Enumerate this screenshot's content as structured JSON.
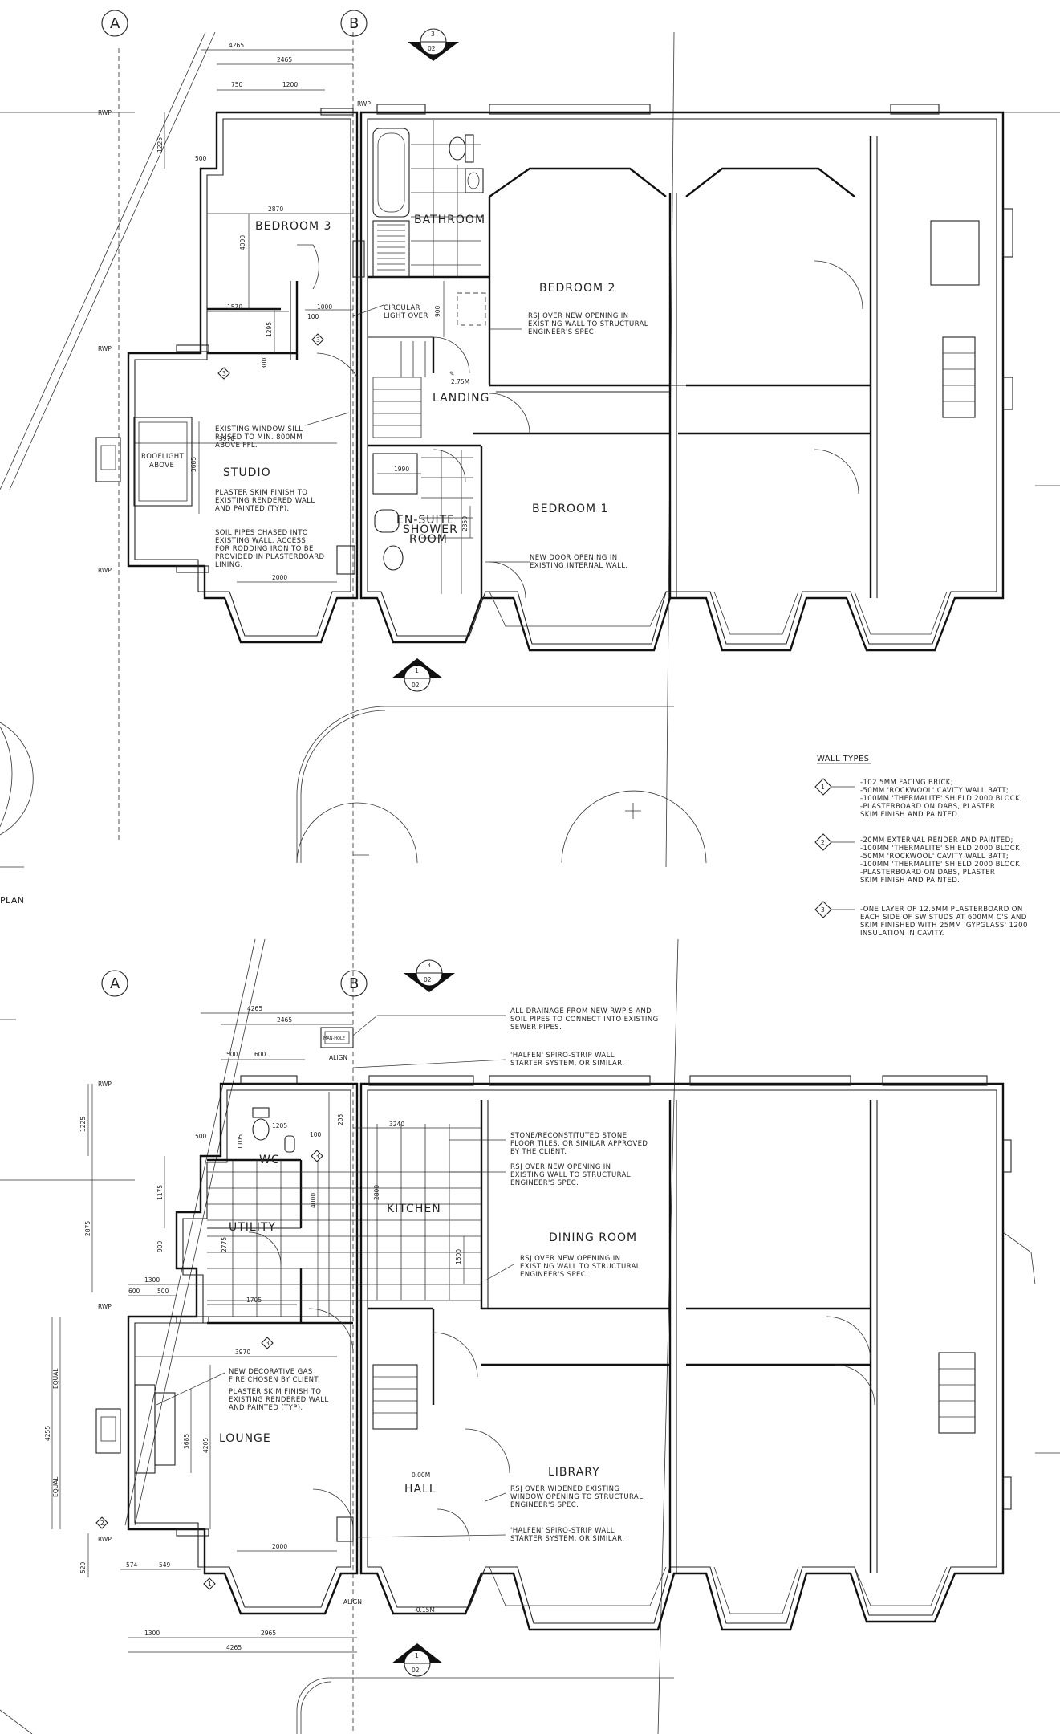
{
  "grid": {
    "a": "A",
    "b": "B"
  },
  "first_floor": {
    "plan_label": "PLAN",
    "section_top": {
      "num": "3",
      "sheet": "02"
    },
    "section_bottom": {
      "num": "1",
      "sheet": "02"
    },
    "rooms": {
      "bedroom3": "BEDROOM 3",
      "bathroom": "BATHROOM",
      "bedroom2": "BEDROOM 2",
      "studio": "STUDIO",
      "landing": "LANDING",
      "ensuite": "EN-SUITE\nSHOWER\nROOM",
      "ensuite_l1": "EN-SUITE",
      "ensuite_l2": "SHOWER",
      "ensuite_l3": "ROOM",
      "bedroom1": "BEDROOM 1",
      "rooflight_l1": "ROOFLIGHT",
      "rooflight_l2": "ABOVE"
    },
    "level": "2.75M",
    "dims": {
      "overall": "4265",
      "inner": "2465",
      "d750": "750",
      "d1200": "1200",
      "d1225": "1225",
      "d500": "500",
      "d2870": "2870",
      "d4000": "4000",
      "d1570": "1570",
      "d1000": "1000",
      "d100": "100",
      "d1295": "1295",
      "d900": "900",
      "d300": "300",
      "d3970": "3970",
      "d3685": "3685",
      "d1990": "1990",
      "d2350": "2350",
      "d2000": "2000"
    },
    "notes": {
      "circular_l1": "CIRCULAR",
      "circular_l2": "LIGHT OVER",
      "rsj2_l1": "RSJ OVER NEW OPENING IN",
      "rsj2_l2": "EXISTING WALL TO STRUCTURAL",
      "rsj2_l3": "ENGINEER'S SPEC.",
      "sill_l1": "EXISTING WINDOW SILL",
      "sill_l2": "RAISED TO MIN. 800MM",
      "sill_l3": "ABOVE FFL.",
      "plaster_l1": "PLASTER SKIM FINISH TO",
      "plaster_l2": "EXISTING RENDERED WALL",
      "plaster_l3": "AND PAINTED (TYP).",
      "soil_l1": "SOIL PIPES CHASED INTO",
      "soil_l2": "EXISTING WALL. ACCESS",
      "soil_l3": "FOR RODDING IRON TO BE",
      "soil_l4": "PROVIDED IN PLASTERBOARD",
      "soil_l5": "LINING.",
      "door_l1": "NEW DOOR OPENING IN",
      "door_l2": "EXISTING INTERNAL WALL."
    },
    "rwp": "RWP"
  },
  "wall_types": {
    "title": "WALL TYPES",
    "types": [
      {
        "tag": "1",
        "lines": [
          "-102.5MM FACING BRICK;",
          "-50MM 'ROCKWOOL' CAVITY WALL BATT;",
          "-100MM 'THERMALITE' SHIELD 2000 BLOCK;",
          "-PLASTERBOARD ON DABS, PLASTER",
          " SKIM FINISH AND PAINTED."
        ]
      },
      {
        "tag": "2",
        "lines": [
          "-20MM EXTERNAL RENDER AND PAINTED;",
          "-100MM 'THERMALITE' SHIELD 2000 BLOCK;",
          "-50MM 'ROCKWOOL' CAVITY WALL BATT;",
          "-100MM 'THERMALITE' SHIELD 2000 BLOCK;",
          "-PLASTERBOARD ON DABS, PLASTER",
          " SKIM FINISH AND PAINTED."
        ]
      },
      {
        "tag": "3",
        "lines": [
          "-ONE LAYER OF 12.5MM PLASTERBOARD ON",
          "EACH SIDE OF SW STUDS AT 600MM C'S AND",
          "SKIM FINISHED WITH 25MM 'GYPGLASS' 1200",
          "INSULATION IN CAVITY."
        ]
      }
    ]
  },
  "ground_floor": {
    "section_top": {
      "num": "3",
      "sheet": "02"
    },
    "section_bottom": {
      "num": "1",
      "sheet": "02"
    },
    "rooms": {
      "wc": "WC",
      "utility": "UTILITY",
      "kitchen": "KITCHEN",
      "dining": "DINING ROOM",
      "lounge": "LOUNGE",
      "hall": "HALL",
      "library": "LIBRARY"
    },
    "levels": {
      "hall": "0.00M",
      "front": "-0.15M"
    },
    "mh": "MAN-HOLE",
    "align": "ALIGN",
    "dims": {
      "overall": "4265",
      "inner": "2465",
      "d500": "500",
      "d600": "600",
      "d1225": "1225",
      "d2875": "2875",
      "d3240": "3240",
      "d1205": "1205",
      "d100": "100",
      "d1105": "1105",
      "d1175": "1175",
      "d900": "900",
      "d2775": "2775",
      "d4000": "4000",
      "d2800": "2800",
      "d1500": "1500",
      "d1300": "1300",
      "d1705": "1705",
      "d3970": "3970",
      "d3685": "3685",
      "d4205": "4205",
      "d4255": "4255",
      "equal": "EQUAL",
      "d2000": "2000",
      "d520": "520",
      "d574": "574",
      "d549": "549",
      "d2965": "2965",
      "d205": "205"
    },
    "notes": {
      "drain_l1": "ALL DRAINAGE FROM NEW RWP'S AND",
      "drain_l2": "SOIL PIPES TO CONNECT INTO EXISTING",
      "drain_l3": "SEWER PIPES.",
      "halfen_l1": "'HALFEN' SPIRO-STRIP WALL",
      "halfen_l2": "STARTER SYSTEM, OR SIMILAR.",
      "stone_l1": "STONE/RECONSTITUTED STONE",
      "stone_l2": "FLOOR TILES, OR SIMILAR APPROVED",
      "stone_l3": "BY THE CLIENT.",
      "rsjk_l1": "RSJ OVER NEW OPENING IN",
      "rsjk_l2": "EXISTING WALL TO STRUCTURAL",
      "rsjk_l3": "ENGINEER'S SPEC.",
      "rsjd_l1": "RSJ OVER NEW OPENING IN",
      "rsjd_l2": "EXISTING WALL TO STRUCTURAL",
      "rsjd_l3": "ENGINEER'S SPEC.",
      "gas_l1": "NEW DECORATIVE GAS",
      "gas_l2": "FIRE CHOSEN BY CLIENT.",
      "plaster_l1": "PLASTER SKIM FINISH TO",
      "plaster_l2": "EXISTING RENDERED WALL",
      "plaster_l3": "AND PAINTED (TYP).",
      "rsjl_l1": "RSJ OVER WIDENED EXISTING",
      "rsjl_l2": "WINDOW OPENING TO STRUCTURAL",
      "rsjl_l3": "ENGINEER'S SPEC.",
      "halfen2_l1": "'HALFEN' SPIRO-STRIP WALL",
      "halfen2_l2": "STARTER SYSTEM, OR SIMILAR."
    },
    "rwp": "RWP"
  }
}
